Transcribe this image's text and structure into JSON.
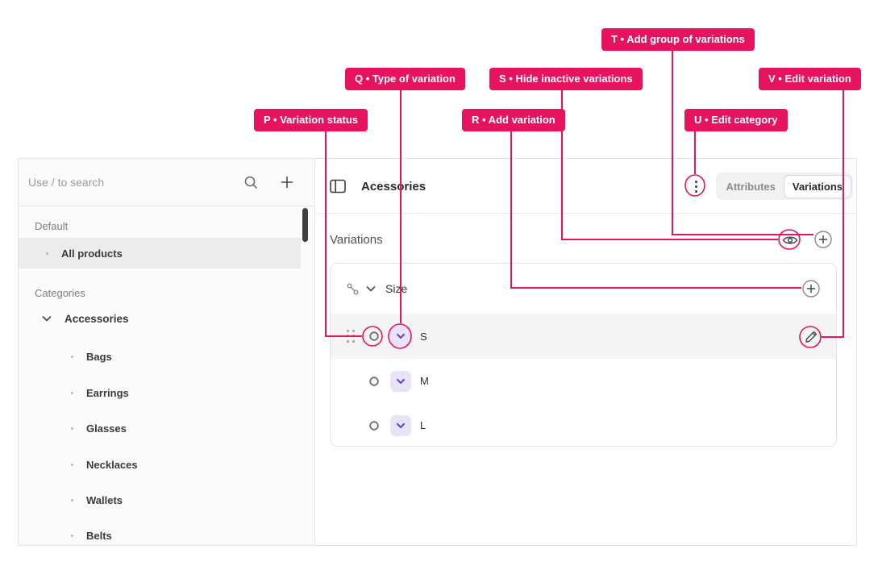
{
  "colors": {
    "accent": "#E8135E",
    "badge_bg": "#E9E3F9",
    "badge_chevron": "#5B46C4"
  },
  "annotations": {
    "labels": [
      {
        "key": "P",
        "text": "P • Variation status"
      },
      {
        "key": "Q",
        "text": "Q • Type of variation"
      },
      {
        "key": "R",
        "text": "R • Add variation"
      },
      {
        "key": "S",
        "text": "S • Hide inactive variations"
      },
      {
        "key": "T",
        "text": "T • Add group of variations"
      },
      {
        "key": "U",
        "text": "U • Edit category"
      },
      {
        "key": "V",
        "text": "V • Edit variation"
      }
    ]
  },
  "sidebar": {
    "search_placeholder": "Use / to search",
    "default_label": "Default",
    "all_products_label": "All products",
    "categories_label": "Categories",
    "active_category": "Accessories",
    "subcategories": [
      "Bags",
      "Earrings",
      "Glasses",
      "Necklaces",
      "Wallets",
      "Belts"
    ]
  },
  "main": {
    "title": "Acessories",
    "tabs": [
      {
        "label": "Attributes",
        "active": false
      },
      {
        "label": "Variations",
        "active": true
      }
    ],
    "variations_heading": "Variations",
    "group_name": "Size",
    "variations": [
      {
        "label": "S",
        "highlighted": true
      },
      {
        "label": "M",
        "highlighted": false
      },
      {
        "label": "L",
        "highlighted": false
      }
    ]
  }
}
